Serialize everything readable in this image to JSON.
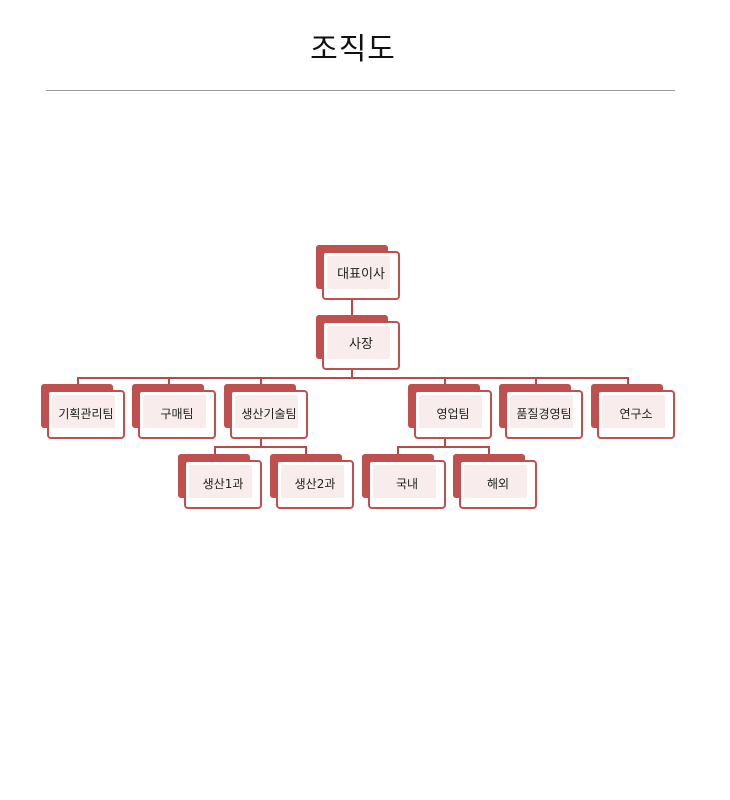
{
  "title": "조직도",
  "org": {
    "ceo": "대표이사",
    "president": "사장",
    "departments": [
      {
        "name": "기획관리팀",
        "children": []
      },
      {
        "name": "구매팀",
        "children": []
      },
      {
        "name": "생산기술팀",
        "children": [
          "생산1과",
          "생산2과"
        ]
      },
      {
        "name": "영업팀",
        "children": [
          "국내",
          "해외"
        ]
      },
      {
        "name": "품질경영팀",
        "children": []
      },
      {
        "name": "연구소",
        "children": []
      }
    ]
  },
  "colors": {
    "accent": "#c0504d",
    "card_tint": "#f9ecec",
    "connector": "#b64a4a",
    "rule": "#9a9a9a"
  }
}
